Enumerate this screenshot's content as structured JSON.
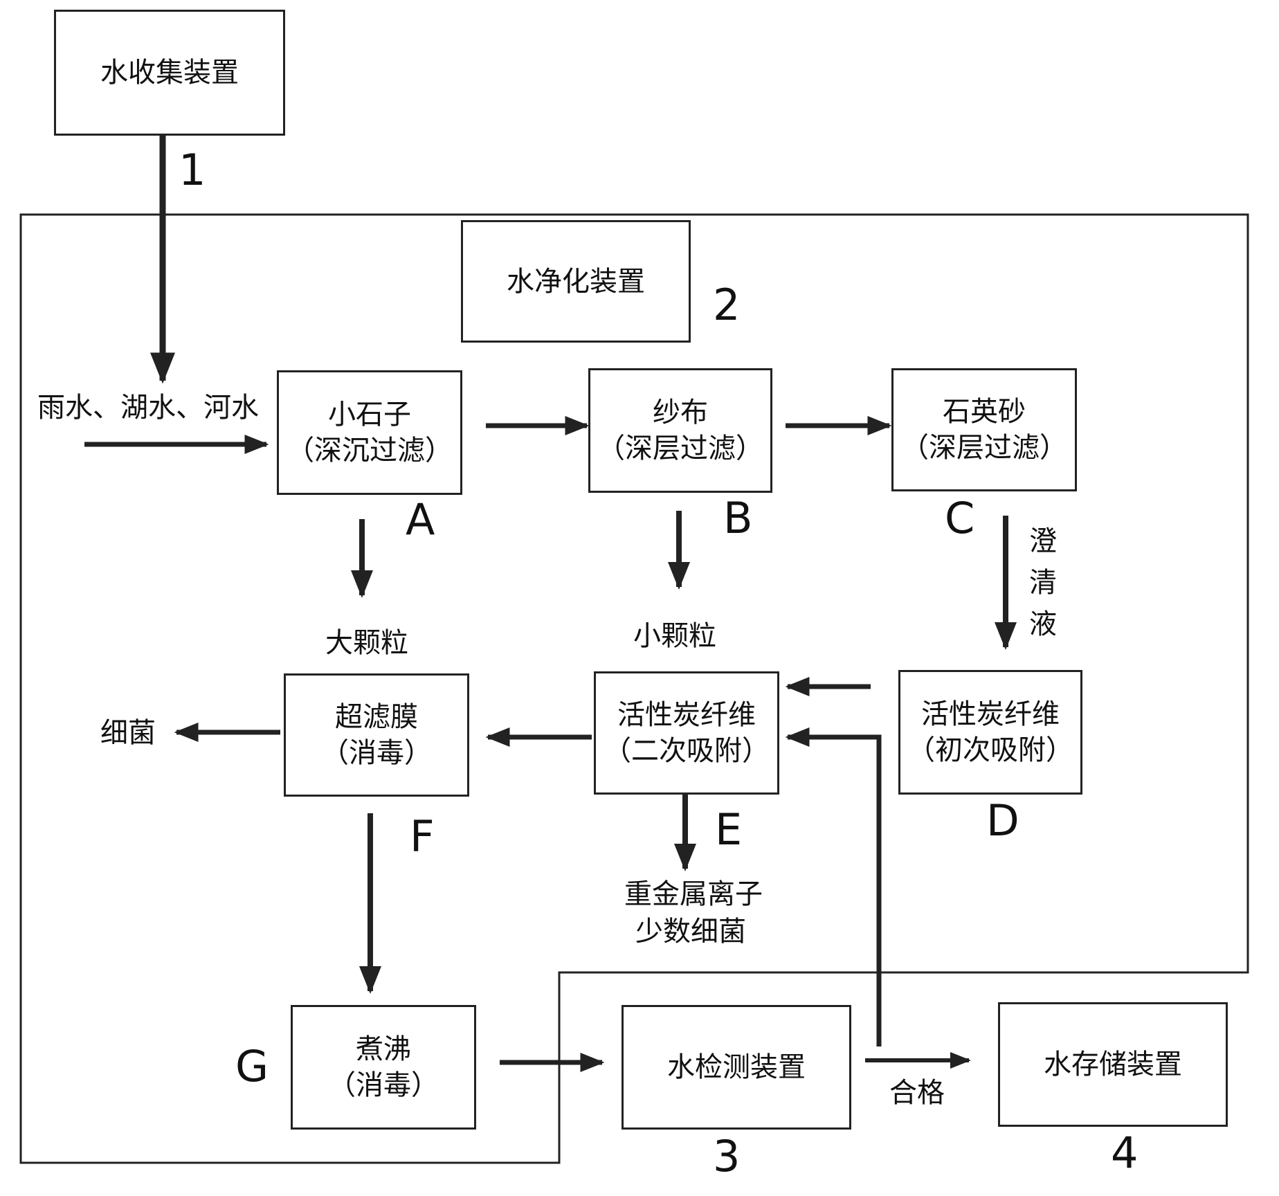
{
  "boxes": {
    "collection": "水收集装置",
    "purification": "水净化装置",
    "stones": {
      "line1": "小石子",
      "line2": "（深沉过滤）"
    },
    "gauze": {
      "line1": "纱布",
      "line2": "（深层过滤）"
    },
    "quartz": {
      "line1": "石英砂",
      "line2": "（深层过滤）"
    },
    "carbon_primary": {
      "line1": "活性炭纤维",
      "line2": "（初次吸附）"
    },
    "carbon_secondary": {
      "line1": "活性炭纤维",
      "line2": "（二次吸附）"
    },
    "ultrafiltration": {
      "line1": "超滤膜",
      "line2": "（消毒）"
    },
    "boiling": {
      "line1": "煮沸",
      "line2": "（消毒）"
    },
    "detection": "水检测装置",
    "storage": "水存储装置"
  },
  "labels": {
    "sources": "雨水、湖水、河水",
    "large_particles": "大颗粒",
    "small_particles": "小颗粒",
    "clear_liquid": "澄清液",
    "bacteria": "细菌",
    "heavy_metals_line1": "重金属离子",
    "heavy_metals_line2": "少数细菌",
    "qualified": "合格"
  },
  "markers": {
    "n1": "1",
    "n2": "2",
    "n3": "3",
    "n4": "4",
    "A": "A",
    "B": "B",
    "C": "C",
    "D": "D",
    "E": "E",
    "F": "F",
    "G": "G"
  }
}
